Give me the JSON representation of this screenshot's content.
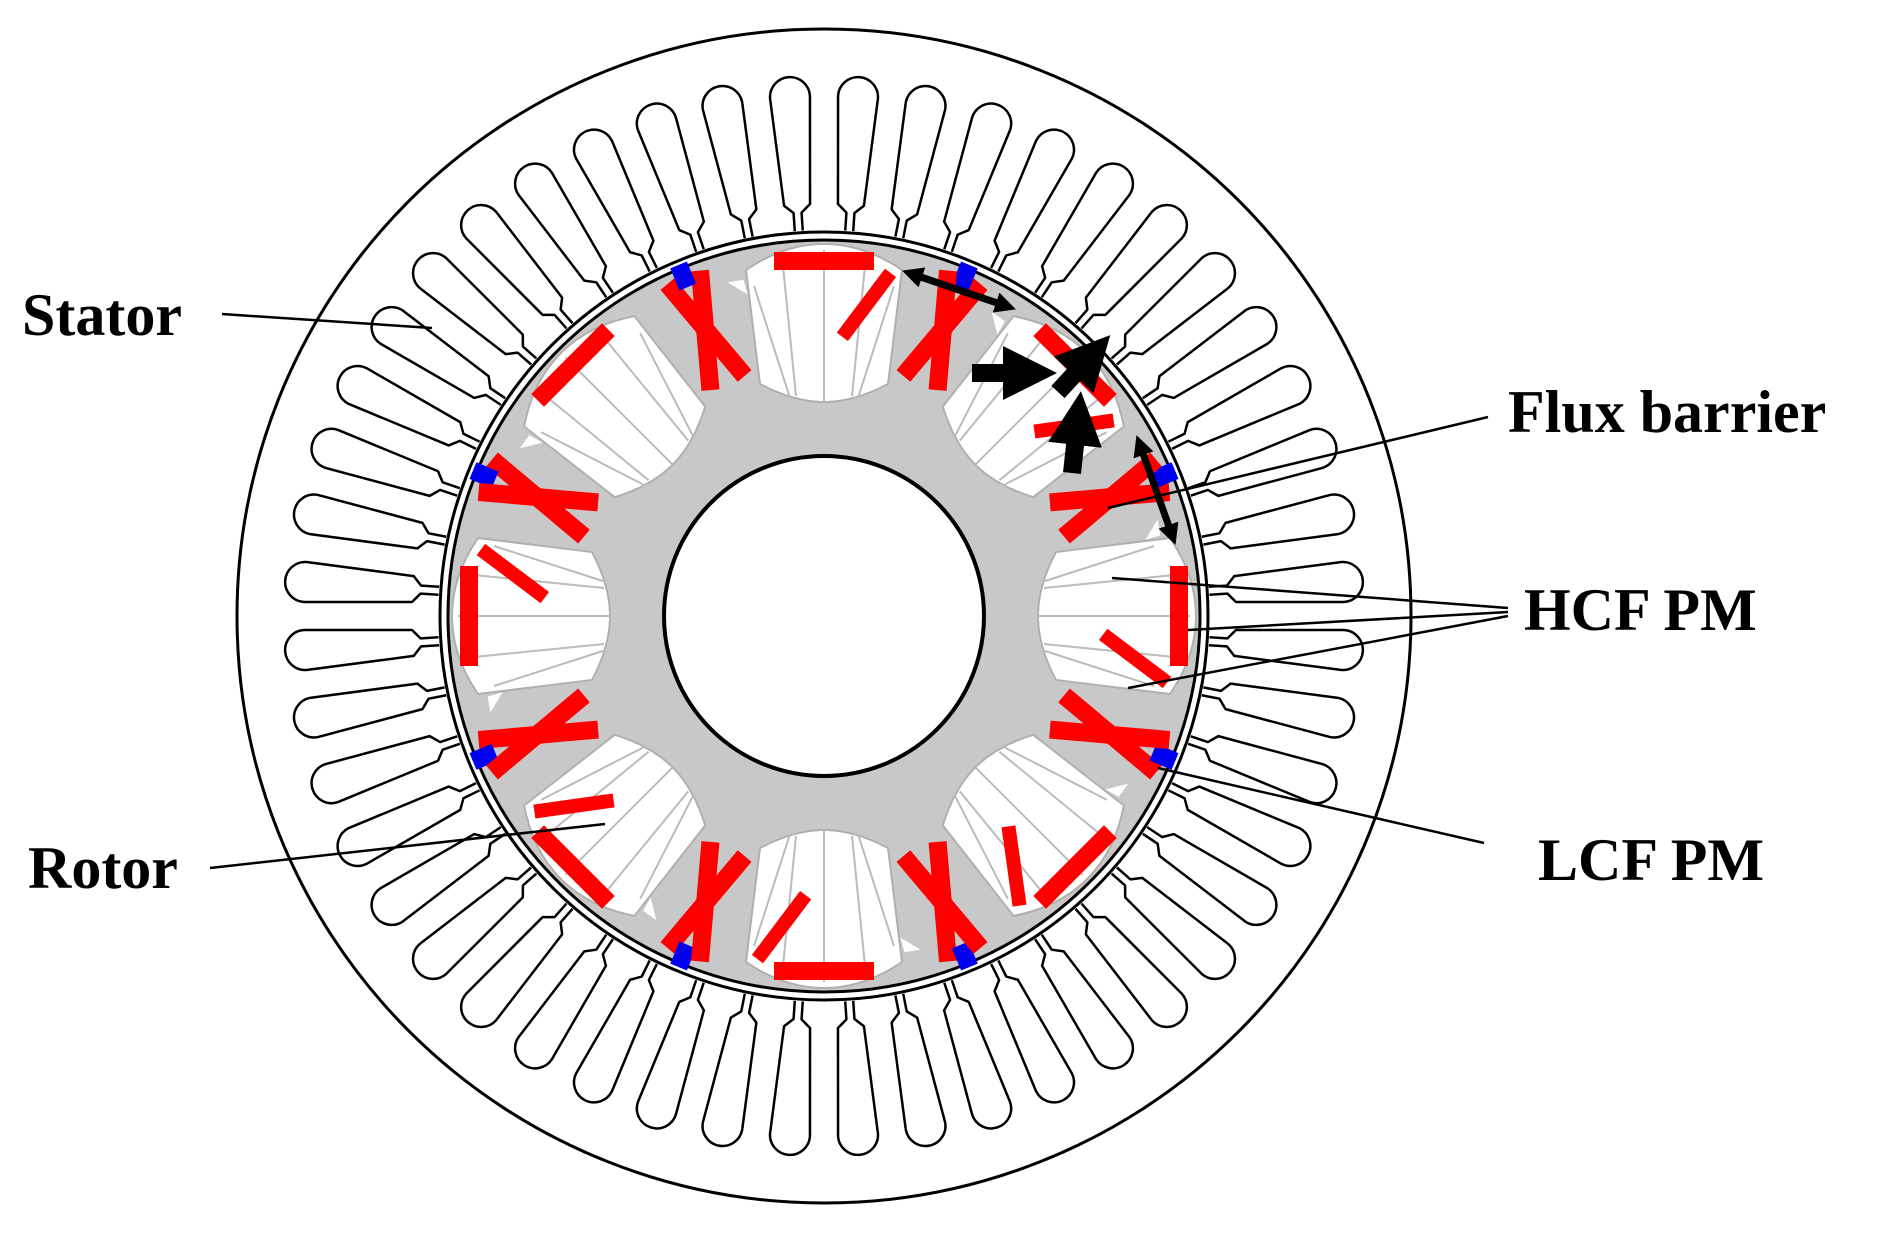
{
  "labels": {
    "stator": "Stator",
    "rotor": "Rotor",
    "flux_barrier": "Flux barrier",
    "hcf_pm": "HCF PM",
    "lcf_pm": "LCF PM"
  },
  "colors": {
    "rotor_core": "#c8c8c8",
    "hcf_pm": "#ff0000",
    "lcf_pm": "#0000ee",
    "outline": "#000000",
    "arrows": "#000000"
  },
  "structure": {
    "stator_slots": 48,
    "rotor_poles": 8
  }
}
